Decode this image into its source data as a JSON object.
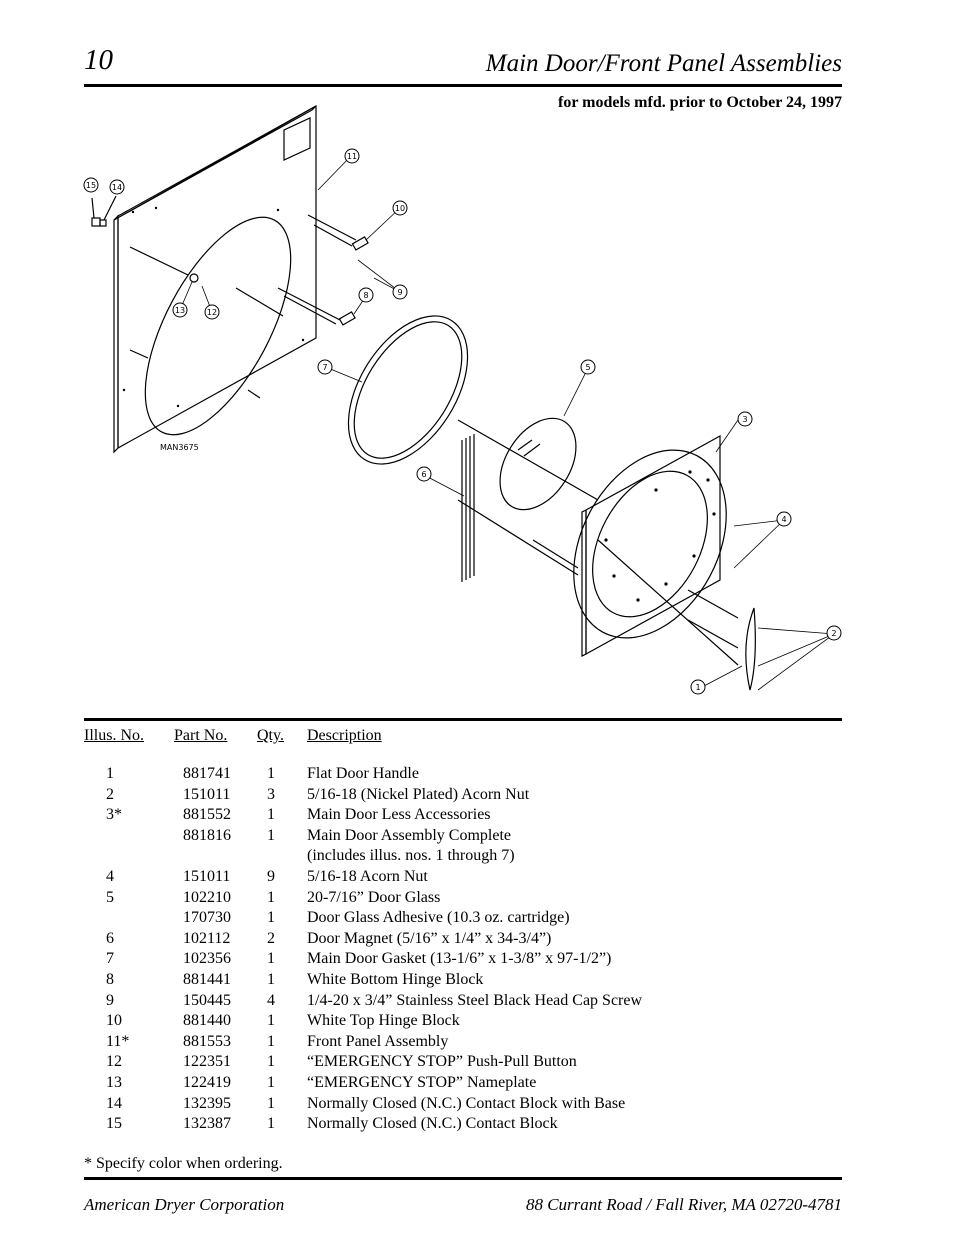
{
  "header": {
    "page_number": "10",
    "title": "Main Door/Front Panel Assemblies",
    "subtitle": "for models mfd. prior to October 24, 1997"
  },
  "diagram": {
    "drawing_id": "MAN3675",
    "callouts": [
      "1",
      "2",
      "3",
      "4",
      "5",
      "6",
      "7",
      "8",
      "9",
      "10",
      "11",
      "12",
      "13",
      "14",
      "15"
    ]
  },
  "table": {
    "headers": {
      "illus": "Illus. No.",
      "part": "Part No.",
      "qty": "Qty.",
      "desc": "Description"
    },
    "rows": [
      {
        "illus": "1",
        "part": "881741",
        "qty": "1",
        "desc": "Flat Door Handle"
      },
      {
        "illus": "2",
        "part": "151011",
        "qty": "3",
        "desc": "5/16-18 (Nickel Plated) Acorn Nut"
      },
      {
        "illus": "3*",
        "part": "881552",
        "qty": "1",
        "desc": "Main Door Less Accessories"
      },
      {
        "illus": "",
        "part": "881816",
        "qty": "1",
        "desc": "Main Door Assembly Complete"
      },
      {
        "illus": "",
        "part": "",
        "qty": "",
        "desc": "(includes illus. nos. 1 through 7)"
      },
      {
        "illus": "4",
        "part": "151011",
        "qty": "9",
        "desc": "5/16-18 Acorn Nut"
      },
      {
        "illus": "5",
        "part": "102210",
        "qty": "1",
        "desc": "20-7/16” Door Glass"
      },
      {
        "illus": "",
        "part": "170730",
        "qty": "1",
        "desc": "Door Glass Adhesive (10.3 oz. cartridge)"
      },
      {
        "illus": "6",
        "part": "102112",
        "qty": "2",
        "desc": "Door Magnet (5/16” x 1/4” x 34-3/4”)"
      },
      {
        "illus": "7",
        "part": "102356",
        "qty": "1",
        "desc": "Main Door Gasket (13-1/6” x 1-3/8” x 97-1/2”)"
      },
      {
        "illus": "8",
        "part": "881441",
        "qty": "1",
        "desc": "White Bottom Hinge Block"
      },
      {
        "illus": "9",
        "part": "150445",
        "qty": "4",
        "desc": "1/4-20 x 3/4” Stainless Steel Black Head Cap Screw"
      },
      {
        "illus": "10",
        "part": "881440",
        "qty": "1",
        "desc": "White Top Hinge Block"
      },
      {
        "illus": "11*",
        "part": "881553",
        "qty": "1",
        "desc": "Front Panel Assembly"
      },
      {
        "illus": "12",
        "part": "122351",
        "qty": "1",
        "desc": "“EMERGENCY STOP” Push-Pull Button"
      },
      {
        "illus": "13",
        "part": "122419",
        "qty": "1",
        "desc": "“EMERGENCY  STOP” Nameplate"
      },
      {
        "illus": "14",
        "part": "132395",
        "qty": "1",
        "desc": "Normally Closed (N.C.) Contact Block with Base"
      },
      {
        "illus": "15",
        "part": "132387",
        "qty": "1",
        "desc": "Normally Closed (N.C.) Contact Block"
      }
    ]
  },
  "footnote": "*  Specify color when ordering.",
  "footer": {
    "left": "American Dryer Corporation",
    "right": "88 Currant Road / Fall River, MA 02720-4781"
  }
}
